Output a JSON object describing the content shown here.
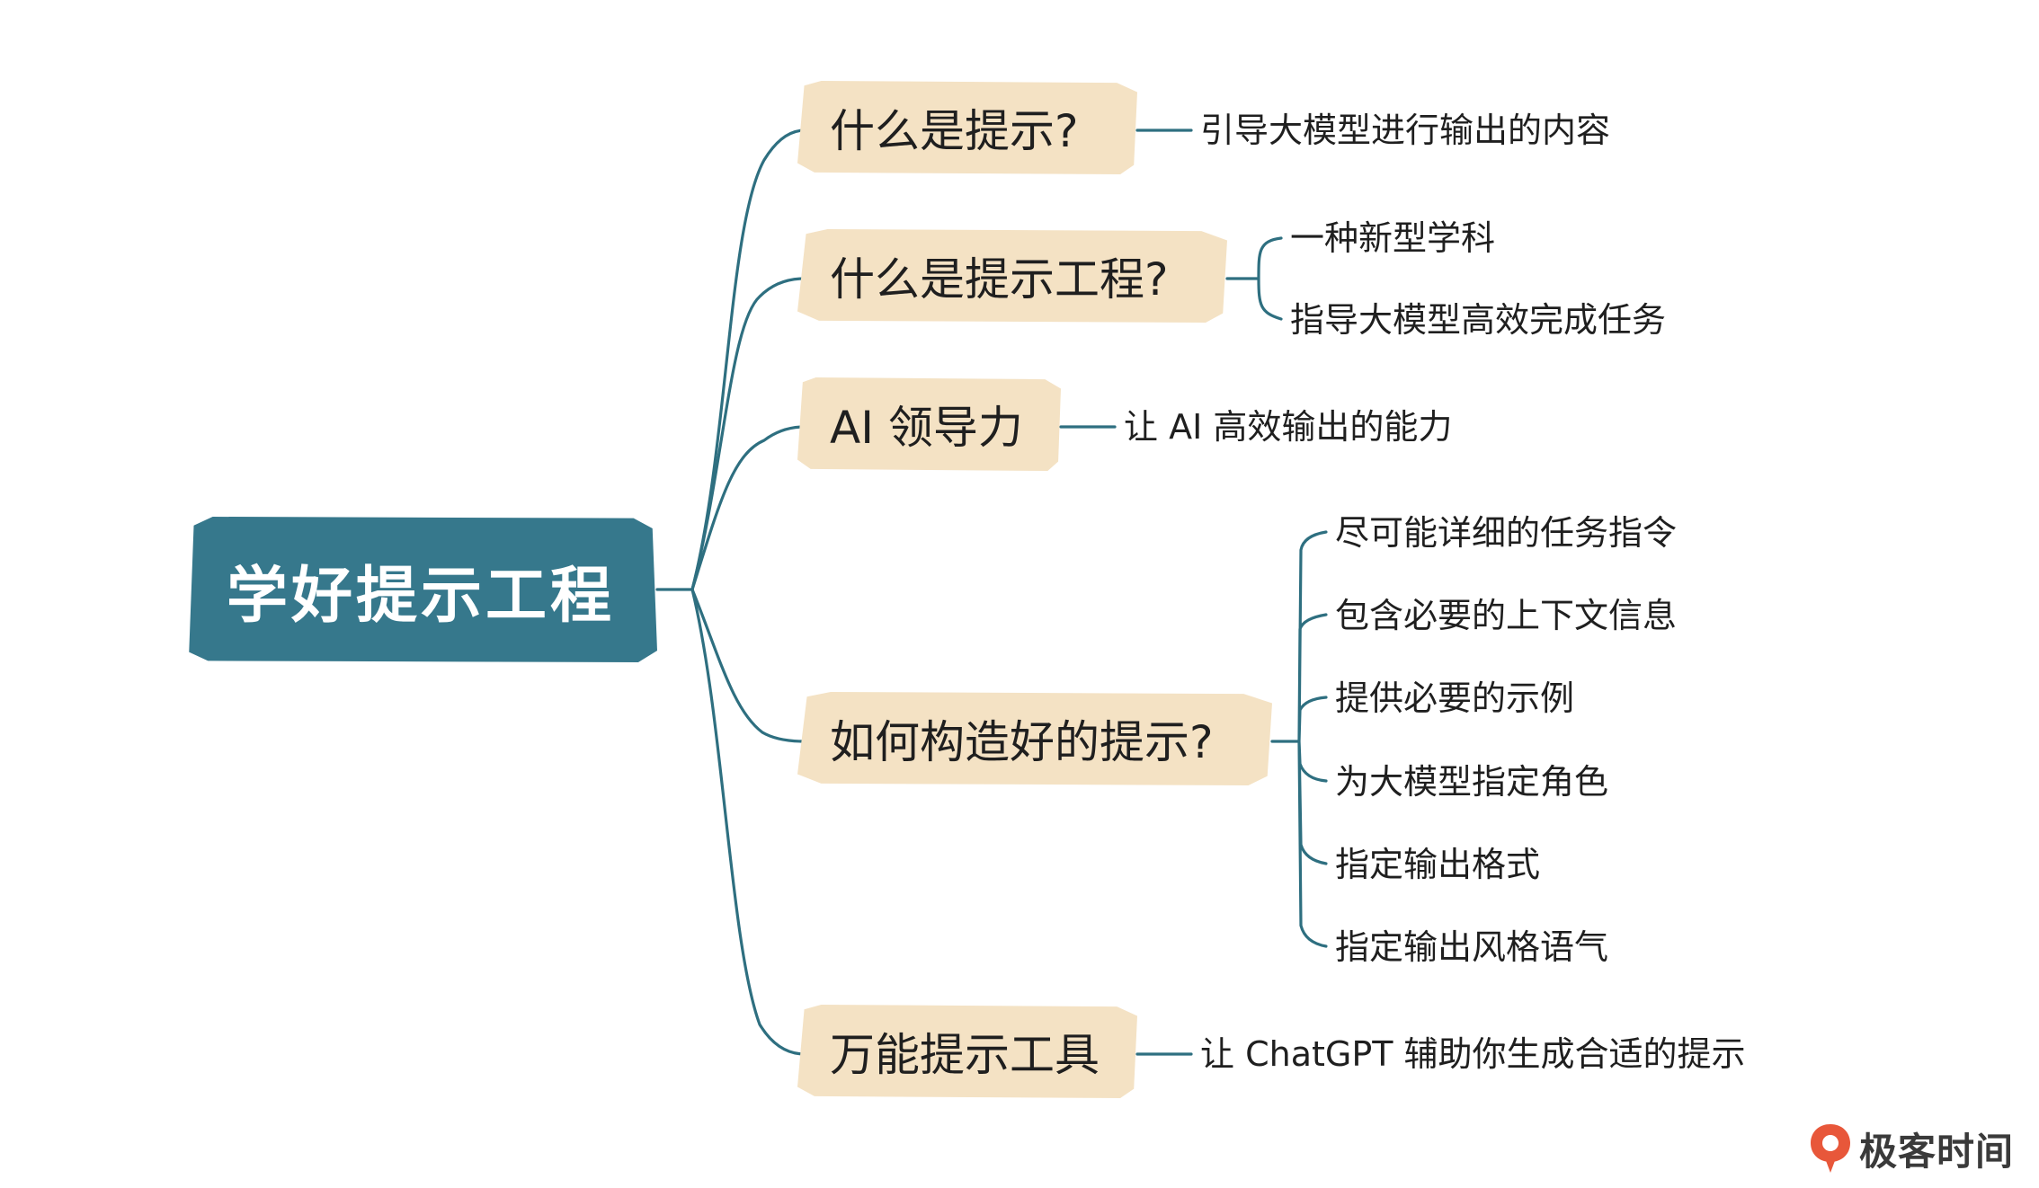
{
  "root": {
    "label": "学好提示工程"
  },
  "branches": [
    {
      "label": "什么是提示?",
      "leaves": [
        "引导大模型进行输出的内容"
      ]
    },
    {
      "label": "什么是提示工程?",
      "leaves": [
        "一种新型学科",
        "指导大模型高效完成任务"
      ]
    },
    {
      "label": "AI 领导力",
      "leaves": [
        "让 AI 高效输出的能力"
      ]
    },
    {
      "label": "如何构造好的提示?",
      "leaves": [
        "尽可能详细的任务指令",
        "包含必要的上下文信息",
        "提供必要的示例",
        "为大模型指定角色",
        "指定输出格式",
        "指定输出风格语气"
      ]
    },
    {
      "label": "万能提示工具",
      "leaves": [
        "让 ChatGPT 辅助你生成合适的提示"
      ]
    }
  ],
  "brand": {
    "name": "极客时间",
    "icon": "geektime-logo-icon",
    "accent": "#e8573a"
  },
  "colors": {
    "root_fill": "#36788c",
    "branch_fill": "#f4e2c4",
    "connector": "#2e6f80"
  }
}
